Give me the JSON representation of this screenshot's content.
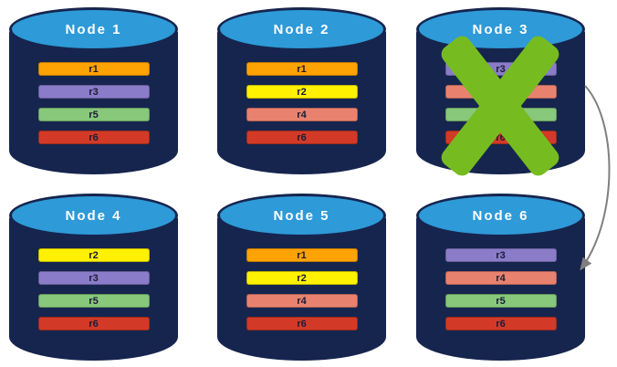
{
  "diagram": {
    "nodes": [
      {
        "label": "Node 1",
        "failed": false,
        "replicas": [
          {
            "id": "r1",
            "color": "#FFA203"
          },
          {
            "id": "r3",
            "color": "#8A7CC9"
          },
          {
            "id": "r5",
            "color": "#87C87B"
          },
          {
            "id": "r6",
            "color": "#D23A27"
          }
        ]
      },
      {
        "label": "Node 2",
        "failed": false,
        "replicas": [
          {
            "id": "r1",
            "color": "#FFA203"
          },
          {
            "id": "r2",
            "color": "#FFF100"
          },
          {
            "id": "r4",
            "color": "#E8826E"
          },
          {
            "id": "r6",
            "color": "#D23A27"
          }
        ]
      },
      {
        "label": "Node 3",
        "failed": true,
        "replicas": [
          {
            "id": "r3",
            "color": "#8A7CC9"
          },
          {
            "id": "r4",
            "color": "#E8826E"
          },
          {
            "id": "r5",
            "color": "#87C87B"
          },
          {
            "id": "r6",
            "color": "#D23A27"
          }
        ]
      },
      {
        "label": "Node 4",
        "failed": false,
        "replicas": [
          {
            "id": "r2",
            "color": "#FFF100"
          },
          {
            "id": "r3",
            "color": "#8A7CC9"
          },
          {
            "id": "r5",
            "color": "#87C87B"
          },
          {
            "id": "r6",
            "color": "#D23A27"
          }
        ]
      },
      {
        "label": "Node 5",
        "failed": false,
        "replicas": [
          {
            "id": "r1",
            "color": "#FFA203"
          },
          {
            "id": "r2",
            "color": "#FFF100"
          },
          {
            "id": "r4",
            "color": "#E8826E"
          },
          {
            "id": "r6",
            "color": "#D23A27"
          }
        ]
      },
      {
        "label": "Node 6",
        "failed": false,
        "replicas": [
          {
            "id": "r3",
            "color": "#8A7CC9"
          },
          {
            "id": "r4",
            "color": "#E8826E"
          },
          {
            "id": "r5",
            "color": "#87C87B"
          },
          {
            "id": "r6",
            "color": "#D23A27"
          }
        ]
      }
    ],
    "failure_x": {
      "color": "#76BC21",
      "on_node": "Node 3"
    },
    "arrow": {
      "from": "Node 3",
      "to": "Node 6",
      "color": "#7F7F7F"
    },
    "cylinder_colors": {
      "body": "#16254E",
      "top": "#2E9AD8"
    }
  }
}
